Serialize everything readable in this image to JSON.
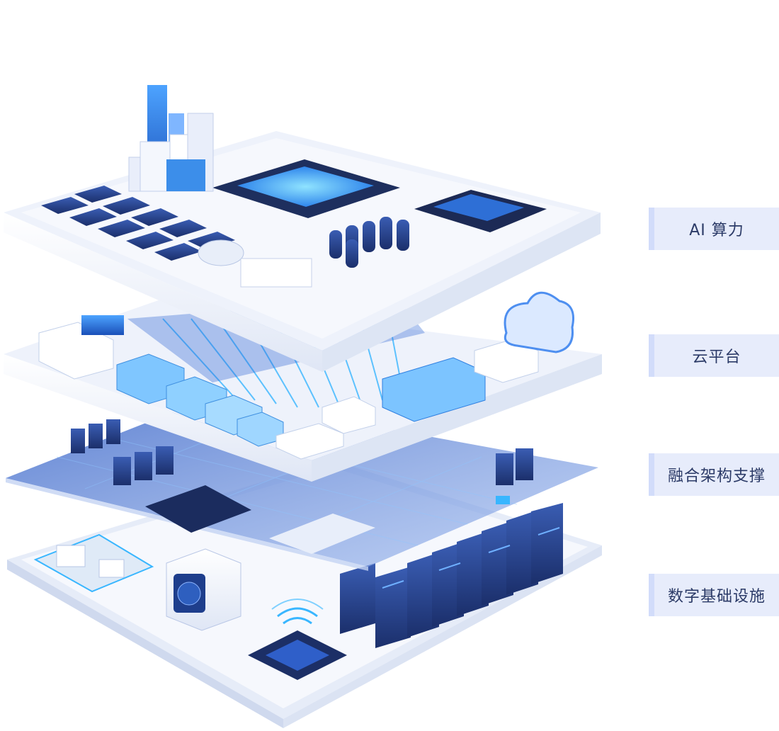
{
  "layers": [
    {
      "label": "AI 算力"
    },
    {
      "label": "云平台"
    },
    {
      "label": "融合架构支撑"
    },
    {
      "label": "数字基础设施"
    }
  ],
  "colors": {
    "accent": "#1f6fe0",
    "accent_light": "#38b6ff",
    "label_bg": "#e7ecfb",
    "label_bar": "#d2dcfa",
    "label_text": "#2b3a67",
    "platform": "#f3f6fc"
  }
}
